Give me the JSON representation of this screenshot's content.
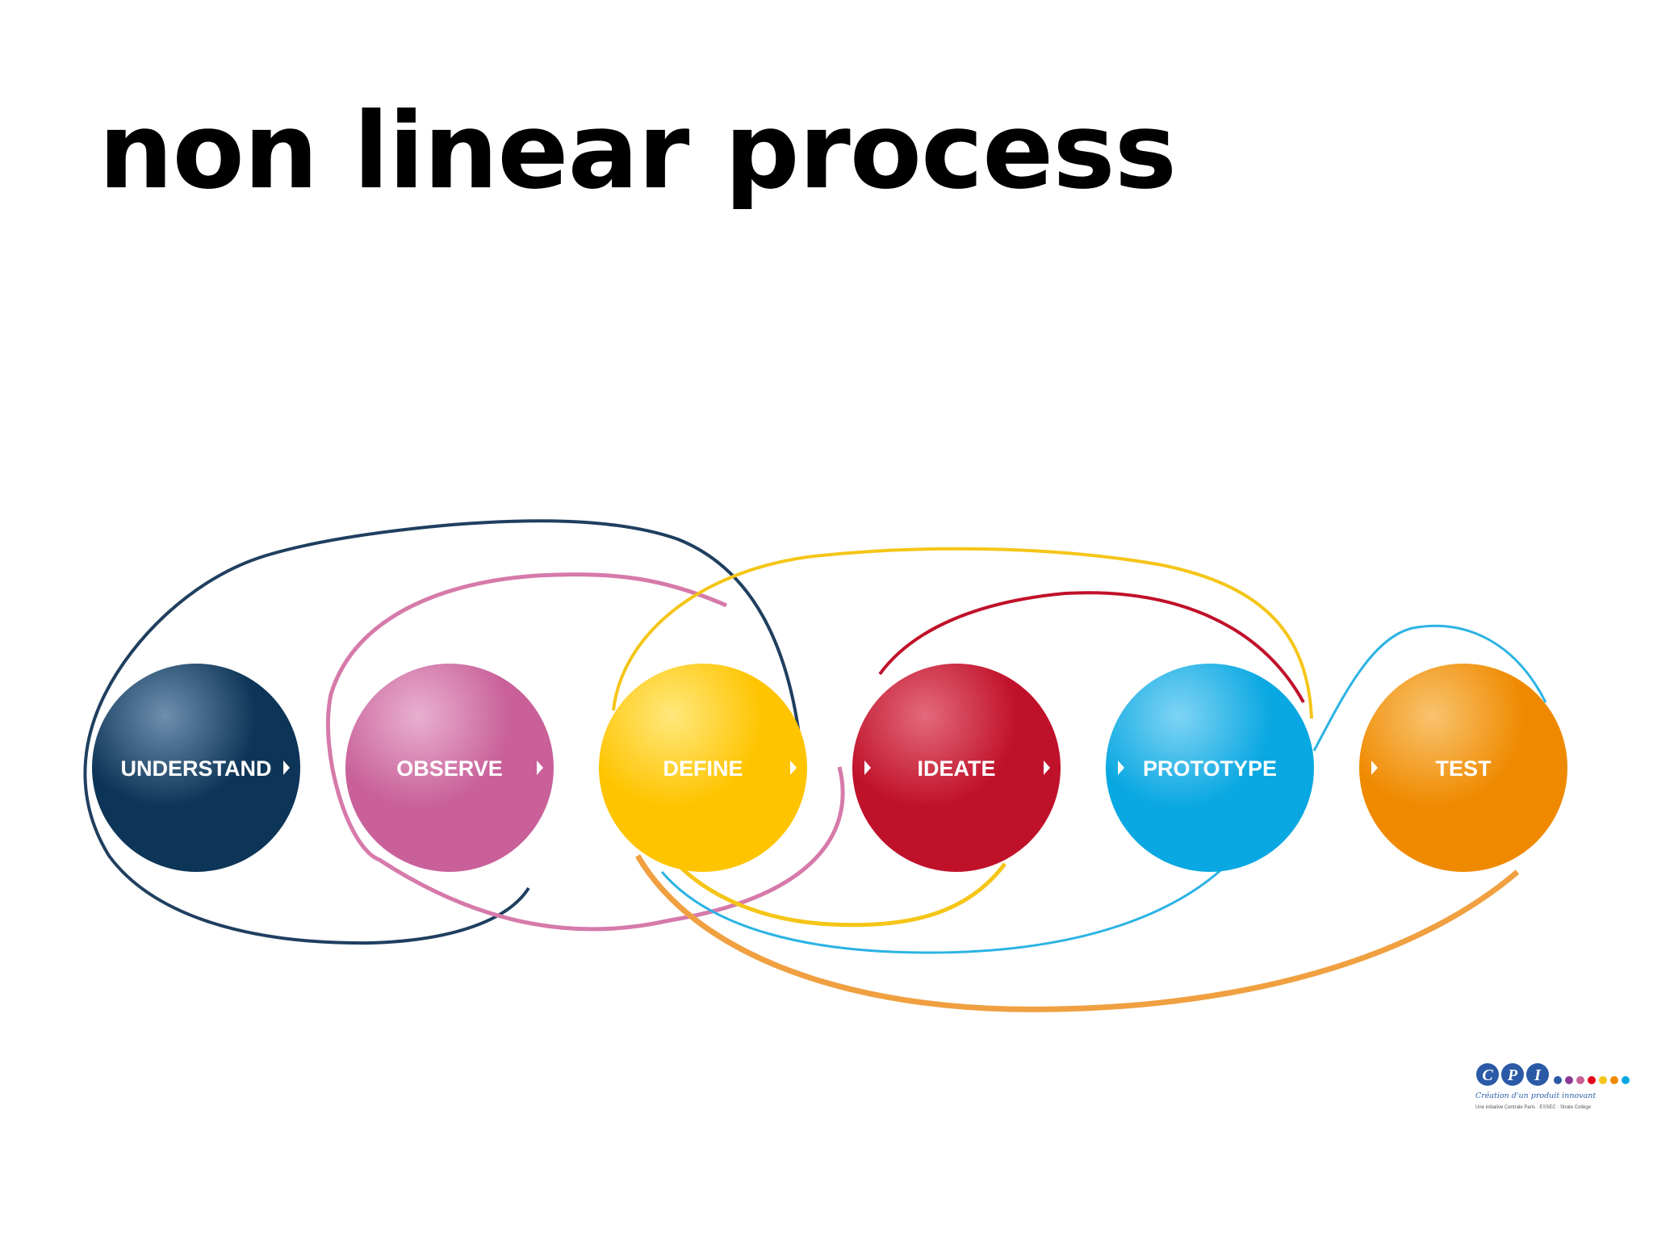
{
  "title": "non linear process",
  "stages": [
    {
      "label": "UNDERSTAND",
      "color": "#0d3557",
      "highlight": "#6f8fae",
      "arrow": "after"
    },
    {
      "label": "OBSERVE",
      "color": "#c9609a",
      "highlight": "#e8b0cf",
      "arrow": "after"
    },
    {
      "label": "DEFINE",
      "color": "#ffc400",
      "highlight": "#ffe87c",
      "arrow": "after"
    },
    {
      "label": "IDEATE",
      "color": "#c0112a",
      "highlight": "#e36a7b",
      "arrow": "both"
    },
    {
      "label": "PROTOTYPE",
      "color": "#0aa8e2",
      "highlight": "#7fd4f4",
      "arrow": "before"
    },
    {
      "label": "TEST",
      "color": "#ef8a00",
      "highlight": "#f9c36e",
      "arrow": "before"
    }
  ],
  "loops": [
    {
      "name": "navy-loop",
      "color": "#1f3f5f"
    },
    {
      "name": "pink-loop",
      "color": "#d67aaa"
    },
    {
      "name": "yellow-loop",
      "color": "#f5c518"
    },
    {
      "name": "red-loop",
      "color": "#c0112a"
    },
    {
      "name": "blue-loop",
      "color": "#2bb3e3"
    },
    {
      "name": "orange-loop",
      "color": "#f0a040"
    }
  ],
  "logo": {
    "letters": [
      "C",
      "P",
      "I"
    ],
    "letter_color": "#2a5aa6",
    "dot_colors": [
      "#2a5aa6",
      "#8b3a96",
      "#c9609a",
      "#e3001b",
      "#f5c518",
      "#ef8a00",
      "#0aa8e2"
    ],
    "tagline": "Création d'un produit innovant",
    "subtitle": "Une initiative Centrale Paris · ESSEC · Strate Collège"
  }
}
